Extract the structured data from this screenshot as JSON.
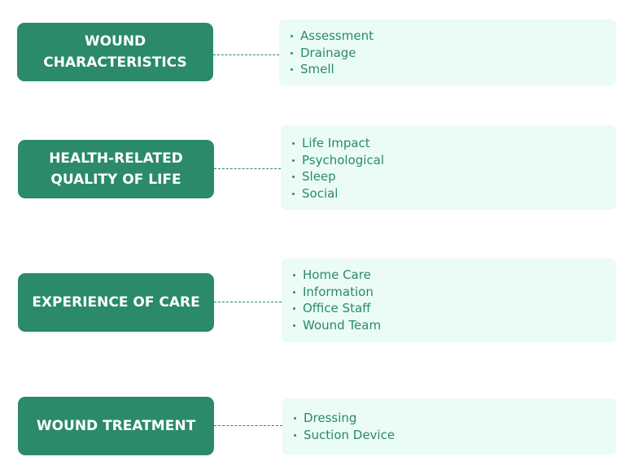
{
  "diagram": {
    "rows": [
      {
        "category": "WOUND\nCHARACTERISTICS",
        "items": [
          "Assessment",
          "Drainage",
          "Smell"
        ]
      },
      {
        "category": "HEALTH-RELATED\nQUALITY OF LIFE",
        "items": [
          "Life Impact",
          "Psychological",
          "Sleep",
          "Social"
        ]
      },
      {
        "category": "EXPERIENCE OF CARE",
        "items": [
          "Home Care",
          "Information",
          "Office Staff",
          "Wound Team"
        ]
      },
      {
        "category": "WOUND TREATMENT",
        "items": [
          "Dressing",
          "Suction Device"
        ]
      }
    ]
  }
}
